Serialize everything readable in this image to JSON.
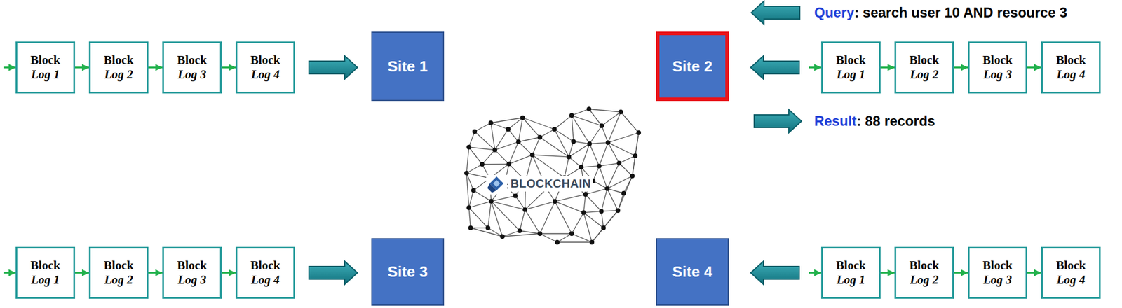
{
  "diagram": {
    "nodes": [
      {
        "text": [
          "Block",
          "Log 1"
        ]
      },
      {
        "text": [
          "Block",
          "Log 2"
        ]
      },
      {
        "text": [
          "Block",
          "Log 3"
        ]
      },
      {
        "text": [
          "Block",
          "Log 4"
        ]
      },
      {
        "text": [
          "Site 1"
        ]
      },
      {
        "text": [
          "Site 2"
        ]
      },
      {
        "text": [
          "Block",
          "Log 1"
        ]
      },
      {
        "text": [
          "Block",
          "Log 2"
        ]
      },
      {
        "text": [
          "Block",
          "Log 3"
        ]
      },
      {
        "text": [
          "Block",
          "Log 4"
        ]
      },
      {
        "text": [
          "Block",
          "Log 1"
        ]
      },
      {
        "text": [
          "Block",
          "Log 2"
        ]
      },
      {
        "text": [
          "Block",
          "Log 3"
        ]
      },
      {
        "text": [
          "Block",
          "Log 4"
        ]
      },
      {
        "text": [
          "Site 3"
        ]
      },
      {
        "text": [
          "Site 4"
        ]
      },
      {
        "text": [
          "Block",
          "Log 1"
        ]
      },
      {
        "text": [
          "Block",
          "Log 2"
        ]
      },
      {
        "text": [
          "Block",
          "Log 3"
        ]
      },
      {
        "text": [
          "Block",
          "Log 4"
        ]
      }
    ],
    "edges": [
      {
        "from": 0,
        "to": 1,
        "arrow": "to"
      },
      {
        "from": 1,
        "to": 2,
        "arrow": "to"
      },
      {
        "from": 2,
        "to": 3,
        "arrow": "to"
      },
      {
        "from": 3,
        "to": 4,
        "arrow": "to"
      },
      {
        "from": 6,
        "to": 7,
        "arrow": "to"
      },
      {
        "from": 7,
        "to": 8,
        "arrow": "to"
      },
      {
        "from": 8,
        "to": 9,
        "arrow": "to"
      },
      {
        "from": 6,
        "to": 5,
        "arrow": "to"
      },
      {
        "from": 10,
        "to": 11,
        "arrow": "to"
      },
      {
        "from": 11,
        "to": 12,
        "arrow": "to"
      },
      {
        "from": 12,
        "to": 13,
        "arrow": "to"
      },
      {
        "from": 13,
        "to": 14,
        "arrow": "to"
      },
      {
        "from": 16,
        "to": 17,
        "arrow": "to"
      },
      {
        "from": 17,
        "to": 18,
        "arrow": "to"
      },
      {
        "from": 18,
        "to": 19,
        "arrow": "to"
      },
      {
        "from": 16,
        "to": 15,
        "arrow": "to"
      }
    ],
    "labels": [
      "BLOCKCHAIN",
      "Query",
      ": search user 10 AND resource 3",
      "Result",
      ": 88 records"
    ]
  }
}
